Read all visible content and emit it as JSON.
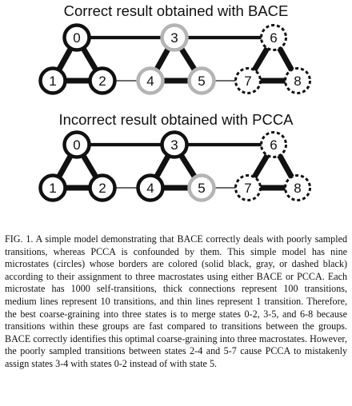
{
  "panels": [
    {
      "title": "Correct result obtained with BACE",
      "states": [
        {
          "label": "0",
          "group": "black"
        },
        {
          "label": "1",
          "group": "black"
        },
        {
          "label": "2",
          "group": "black"
        },
        {
          "label": "3",
          "group": "gray"
        },
        {
          "label": "4",
          "group": "gray"
        },
        {
          "label": "5",
          "group": "gray"
        },
        {
          "label": "6",
          "group": "dashed"
        },
        {
          "label": "7",
          "group": "dashed"
        },
        {
          "label": "8",
          "group": "dashed"
        }
      ]
    },
    {
      "title": "Incorrect result obtained with PCCA",
      "states": [
        {
          "label": "0",
          "group": "black"
        },
        {
          "label": "1",
          "group": "black"
        },
        {
          "label": "2",
          "group": "black"
        },
        {
          "label": "3",
          "group": "black"
        },
        {
          "label": "4",
          "group": "black"
        },
        {
          "label": "5",
          "group": "gray"
        },
        {
          "label": "6",
          "group": "dashed"
        },
        {
          "label": "7",
          "group": "dashed"
        },
        {
          "label": "8",
          "group": "dashed"
        }
      ]
    }
  ],
  "edges": [
    {
      "from": 0,
      "to": 1,
      "transitions": 100
    },
    {
      "from": 0,
      "to": 2,
      "transitions": 100
    },
    {
      "from": 1,
      "to": 2,
      "transitions": 100
    },
    {
      "from": 3,
      "to": 4,
      "transitions": 100
    },
    {
      "from": 3,
      "to": 5,
      "transitions": 100
    },
    {
      "from": 4,
      "to": 5,
      "transitions": 100
    },
    {
      "from": 6,
      "to": 7,
      "transitions": 100
    },
    {
      "from": 6,
      "to": 8,
      "transitions": 100
    },
    {
      "from": 7,
      "to": 8,
      "transitions": 100
    },
    {
      "from": 0,
      "to": 3,
      "transitions": 10
    },
    {
      "from": 3,
      "to": 6,
      "transitions": 10
    },
    {
      "from": 2,
      "to": 4,
      "transitions": 1
    },
    {
      "from": 5,
      "to": 7,
      "transitions": 1
    }
  ],
  "colors": {
    "black": "#111111",
    "gray": "#b4b4b4",
    "dashed": "#111111",
    "edge": "#111111"
  },
  "caption": "FIG. 1. A simple model demonstrating that BACE correctly deals with poorly sampled transitions, whereas PCCA is confounded by them. This simple model has nine microstates (circles) whose borders are colored (solid black, gray, or dashed black) according to their assignment to three macrostates using either BACE or PCCA. Each microstate has 1000 self-transitions, thick connections represent 100 transitions, medium lines represent 10 transitions, and thin lines represent 1 transition. Therefore, the best coarse-graining into three states is to merge states 0-2, 3-5, and 6-8 because transitions within these groups are fast compared to transitions between the groups. BACE correctly identifies this optimal coarse-graining into three macrostates. However, the poorly sampled transitions between states 2-4 and 5-7 cause PCCA to mistakenly assign states 3-4 with states 0-2 instead of with state 5."
}
